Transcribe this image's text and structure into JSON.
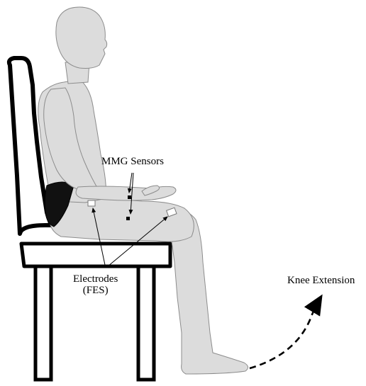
{
  "labels": {
    "mmg_sensors": "MMG Sensors",
    "electrodes_line1": "Electrodes",
    "electrodes_line2": "(FES)",
    "knee_extension": "Knee Extension"
  },
  "colors": {
    "body_fill": "#dcdcdc",
    "outline": "#000000",
    "shorts": "#111111",
    "background": "#ffffff"
  }
}
